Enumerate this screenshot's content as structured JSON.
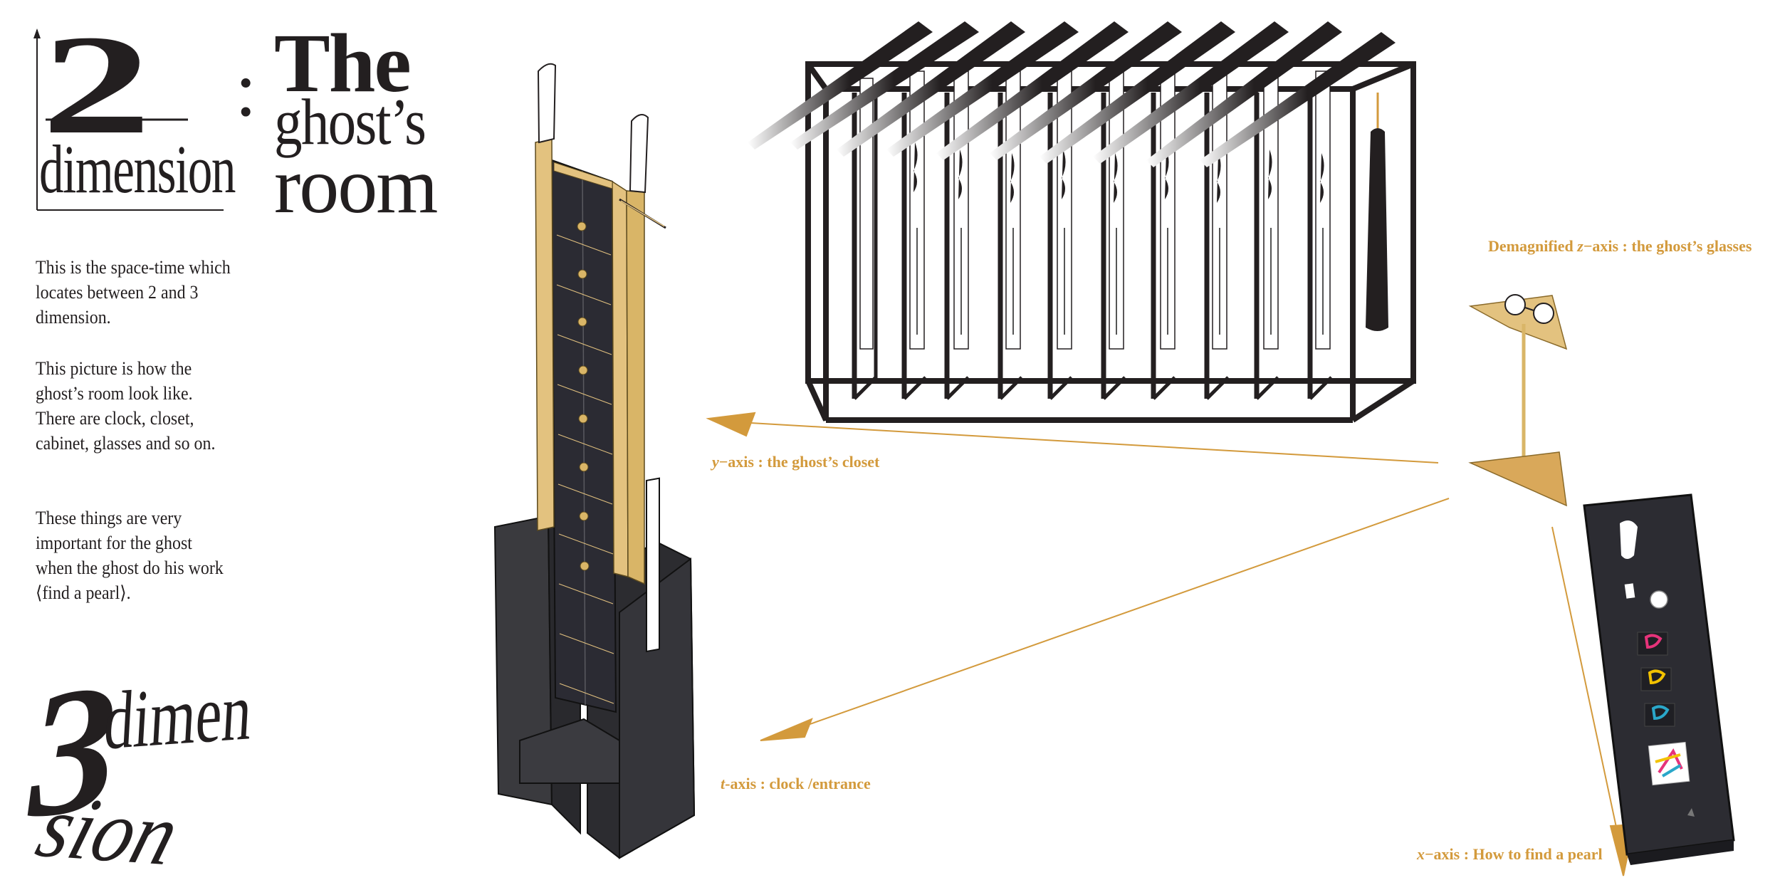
{
  "title": {
    "number": "2",
    "word": "dimension",
    "colon": ":",
    "the": "The",
    "ghosts": "ghost’s",
    "room": "room"
  },
  "description": [
    "This is the space-time which locates between 2 and 3 dimension.",
    "This picture is how the ghost’s room look like. There are clock, closet, cabinet, glasses and so on.",
    "These things are very important for the ghost when the ghost do his work ⟨find a pearl⟩."
  ],
  "bottom_title": {
    "number": "3",
    "dimen": "dimen",
    "sion": "sion"
  },
  "axes": {
    "z": {
      "prefix": "Demagnified ",
      "axis": "z",
      "rest": "−axis : the ghost’s glasses"
    },
    "y": {
      "axis": "y",
      "rest": "−axis : the ghost’s closet"
    },
    "t": {
      "axis": "t",
      "rest": "-axis : clock /entrance"
    },
    "x": {
      "axis": "x",
      "rest": "−axis : How to find a pearl"
    }
  },
  "colors": {
    "ink": "#231f20",
    "gold": "#d39a3c",
    "wood": "#e3c27f",
    "pink": "#e6337a",
    "yellow": "#f2c200",
    "cyan": "#2aa7c9"
  }
}
